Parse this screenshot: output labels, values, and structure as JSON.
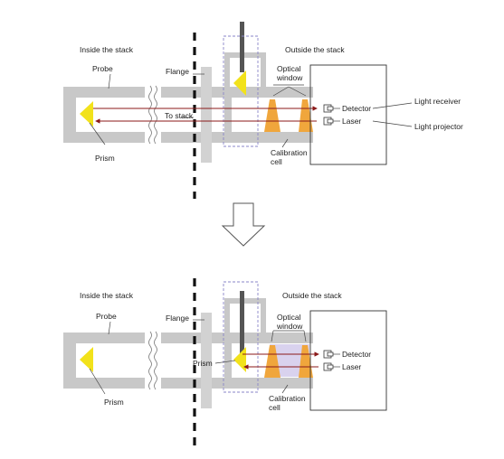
{
  "top": {
    "inside_stack": "Inside the stack",
    "outside_stack": "Outside the stack",
    "probe": "Probe",
    "flange": "Flange",
    "optical_window": [
      "Optical",
      "window"
    ],
    "to_stack": "To stack",
    "detector": "Detector",
    "laser": "Laser",
    "light_receiver": "Light receiver",
    "light_projector": "Light projector",
    "calibration_cell": [
      "Calibration",
      "cell"
    ],
    "prism": "Prism"
  },
  "bottom": {
    "inside_stack": "Inside the stack",
    "outside_stack": "Outside the stack",
    "probe": "Probe",
    "flange": "Flange",
    "optical_window": [
      "Optical",
      "window"
    ],
    "prism": "Prism",
    "detector": "Detector",
    "laser": "Laser",
    "calibration_cell": [
      "Calibration",
      "cell"
    ],
    "prism_probe": "Prism"
  },
  "colors": {
    "structure": "#c8c8c8",
    "prism": "#f2e21b",
    "window": "#f0a63c",
    "beam": "#8b1a1a",
    "cell_fill": "#d9d2ee",
    "dashed_box": "#8a86c8"
  }
}
